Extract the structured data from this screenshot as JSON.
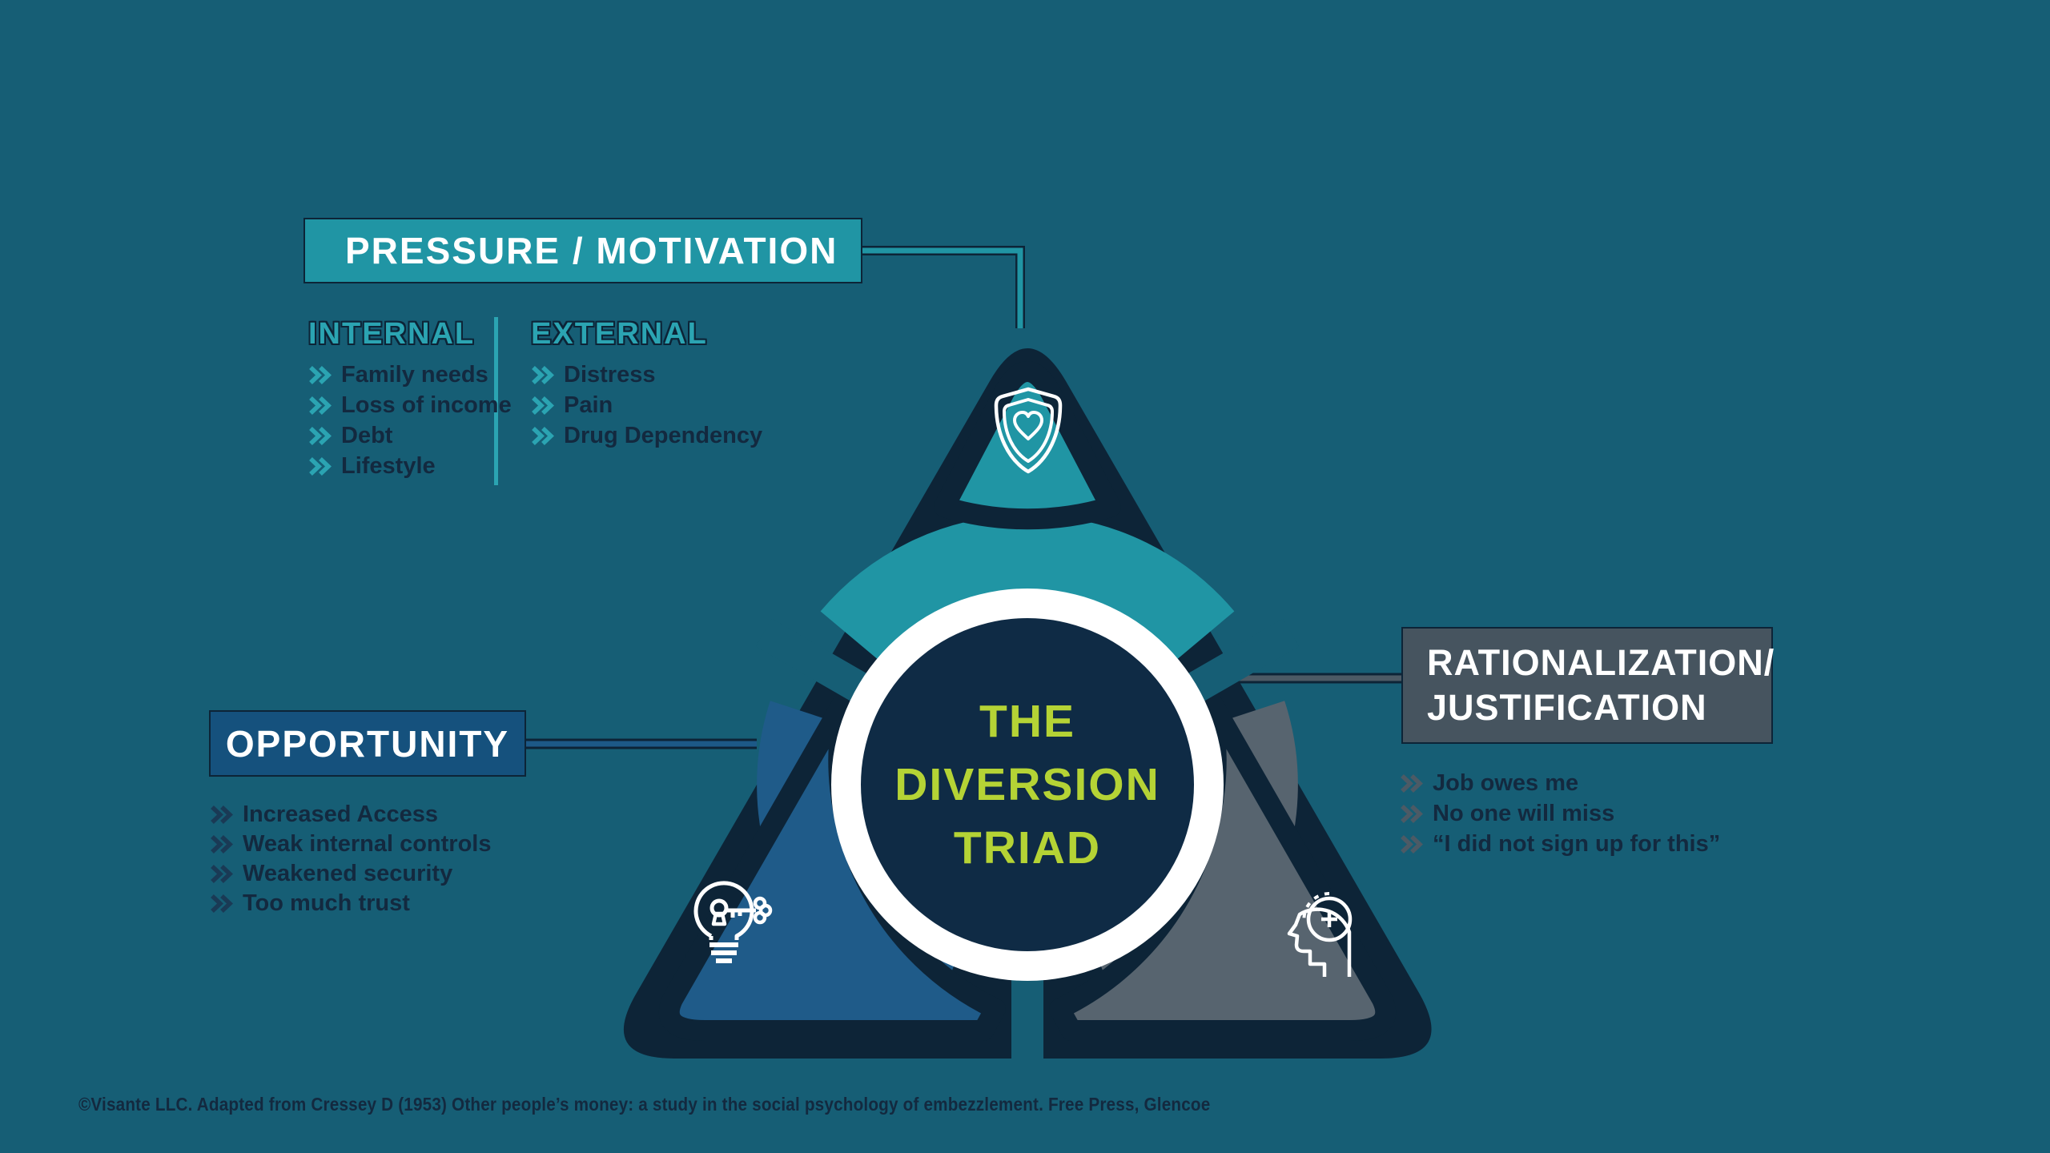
{
  "pressure": {
    "title": "PRESSURE / MOTIVATION",
    "internal": {
      "heading": "INTERNAL",
      "items": [
        "Family needs",
        "Loss of income",
        "Debt",
        "Lifestyle"
      ]
    },
    "external": {
      "heading": "EXTERNAL",
      "items": [
        "Distress",
        "Pain",
        "Drug Dependency"
      ]
    }
  },
  "opportunity": {
    "title": "OPPORTUNITY",
    "items": [
      "Increased Access",
      "Weak internal controls",
      "Weakened security",
      "Too much trust"
    ]
  },
  "rationalization": {
    "title_line1": "RATIONALIZATION/",
    "title_line2": "JUSTIFICATION",
    "items": [
      "Job owes me",
      "No one will miss",
      "“I did not sign up for this”"
    ]
  },
  "center": {
    "line1": "THE",
    "line2": "DIVERSION",
    "line3": "TRIAD"
  },
  "footer": "©Visante LLC. Adapted from Cressey D (1953) Other people’s money: a study in the social psychology of embezzlement. Free Press, Glencoe",
  "icons": {
    "pressure": "shield-heart-icon",
    "opportunity": "lightbulb-key-icon",
    "rationalization": "head-plus-icon"
  },
  "colors": {
    "background": "#165E75",
    "navy": "#0D2437",
    "teal": "#2095A4",
    "teal_heading": "#2BA4B2",
    "blue": "#1F5B89",
    "blue_box": "#15517D",
    "gray": "#57646F",
    "gray_box": "#46545F",
    "lime": "#B5D335",
    "text_dark": "#13293F",
    "white": "#FFFFFF"
  }
}
